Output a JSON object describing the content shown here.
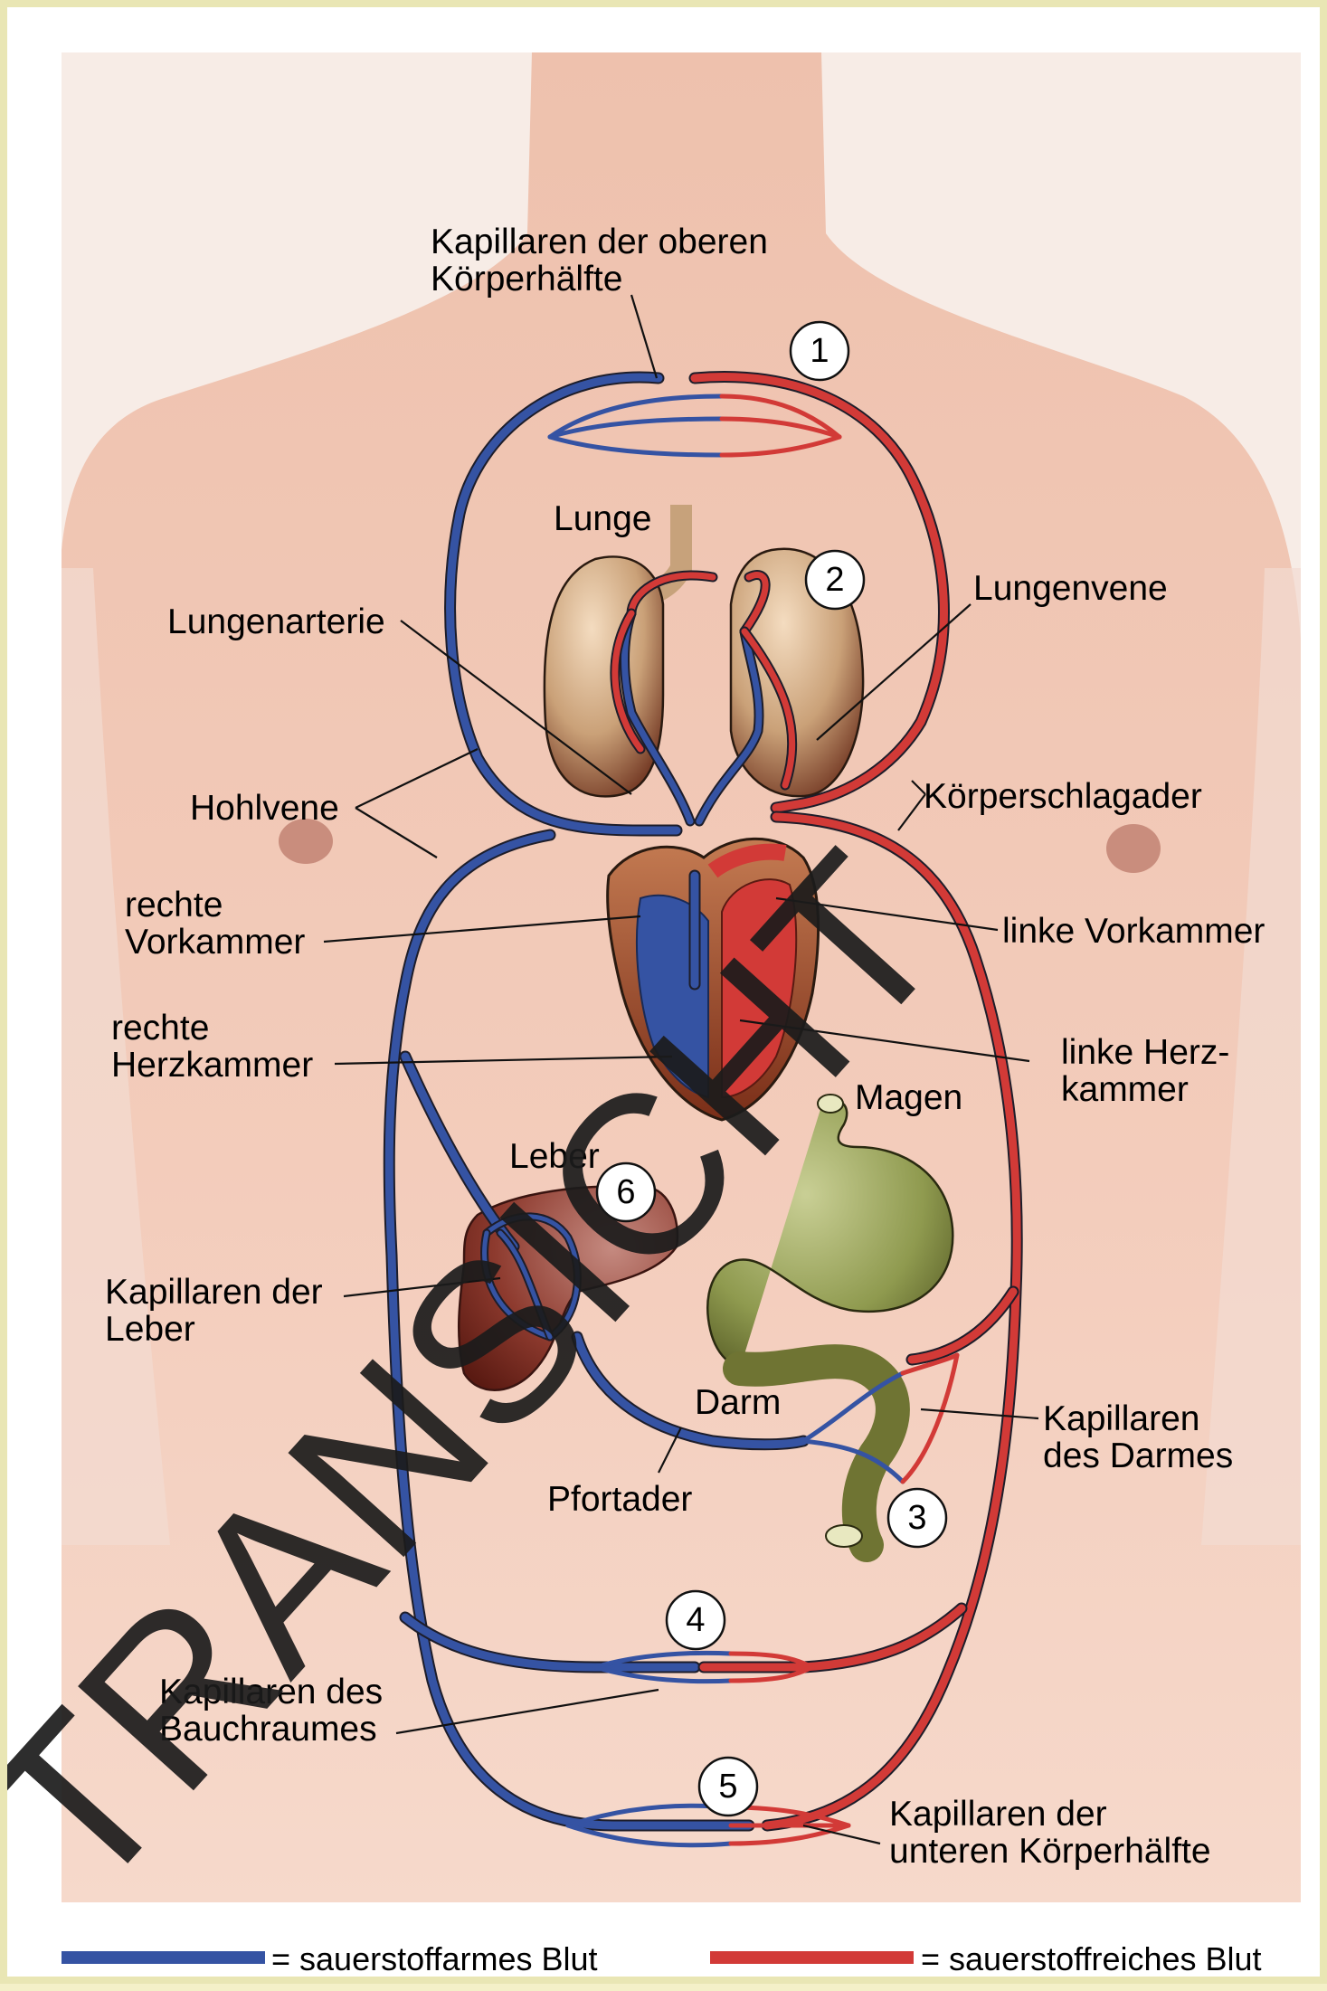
{
  "labels": {
    "kap_oben_1": "Kapillaren der oberen",
    "kap_oben_2": "Körperhälfte",
    "lunge": "Lunge",
    "lungenvene": "Lungenvene",
    "lungenarterie": "Lungenarterie",
    "hohlvene": "Hohlvene",
    "koerperschlagader": "Körperschlagader",
    "rechte_vk_1": "rechte",
    "rechte_vk_2": "Vorkammer",
    "linke_vk": "linke Vorkammer",
    "rechte_hk_1": "rechte",
    "rechte_hk_2": "Herzkammer",
    "linke_hk_1": "linke Herz-",
    "linke_hk_2": "kammer",
    "magen": "Magen",
    "leber": "Leber",
    "kap_leber_1": "Kapillaren der",
    "kap_leber_2": "Leber",
    "darm": "Darm",
    "pfortader": "Pfortader",
    "kap_darm_1": "Kapillaren",
    "kap_darm_2": "des Darmes",
    "kap_bauch_1": "Kapillaren des",
    "kap_bauch_2": "Bauchraumes",
    "kap_unten_1": "Kapillaren der",
    "kap_unten_2": "unteren Körperhälfte"
  },
  "markers": [
    "1",
    "2",
    "3",
    "4",
    "5",
    "6"
  ],
  "legend": {
    "blue_label": "= sauerstoffarmes Blut",
    "red_label": "= sauerstoffreiches Blut",
    "blue_color": "#3553a3",
    "red_color": "#d23a37"
  },
  "watermark": "TRANSICHT",
  "colors": {
    "skin": "#f3c9b6",
    "vein_blue": "#3553a3",
    "artery_red": "#d23a37",
    "lung": "#d9b08a",
    "liver": "#8d3a2e",
    "stomach": "#8f9a4f",
    "heart": "#8a3a22"
  }
}
